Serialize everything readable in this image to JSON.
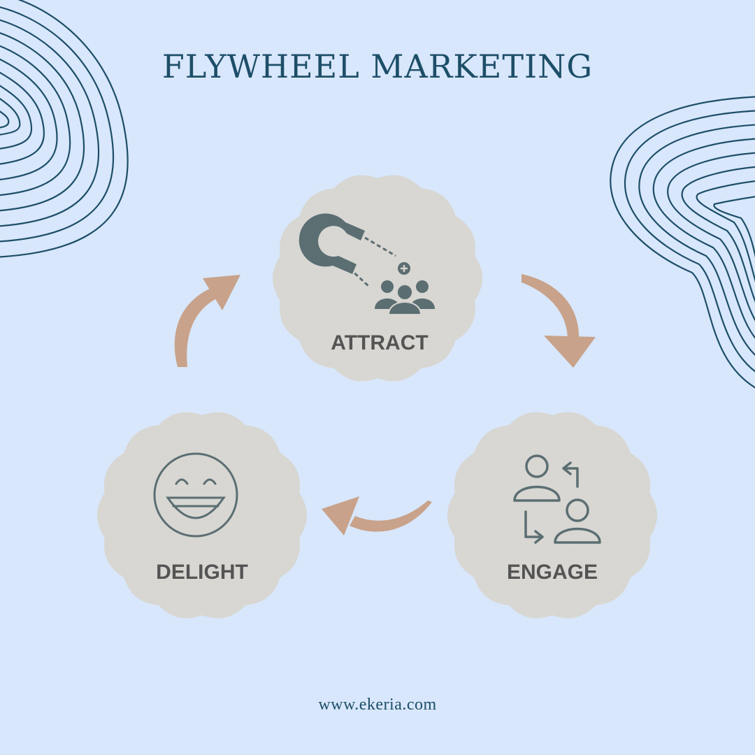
{
  "header": {
    "title": "FLYWHEEL MARKETING"
  },
  "stages": [
    {
      "label": "ATTRACT",
      "icon": "magnet-attracting-people-icon"
    },
    {
      "label": "ENGAGE",
      "icon": "two-people-exchange-icon"
    },
    {
      "label": "DELIGHT",
      "icon": "smiling-face-icon"
    }
  ],
  "flow": [
    "ATTRACT",
    "ENGAGE",
    "DELIGHT",
    "ATTRACT"
  ],
  "footer": {
    "url": "www.ekeria.com"
  },
  "colors": {
    "background": "#d8e7fb",
    "title": "#1d4e68",
    "badge": "#d6d4cf",
    "icon": "#5b6e72",
    "label": "#545454",
    "arrow": "#c8a28a",
    "contour_lines": "#1d4e68"
  }
}
